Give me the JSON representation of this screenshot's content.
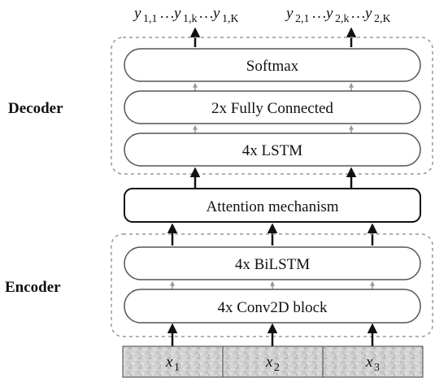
{
  "labels": {
    "decoder": "Decoder",
    "encoder": "Encoder"
  },
  "decoder_blocks": [
    "Softmax",
    "2x Fully Connected",
    "4x LSTM"
  ],
  "attention_block": "Attention mechanism",
  "encoder_blocks": [
    "4x BiLSTM",
    "4x Conv2D block"
  ],
  "outputs": [
    {
      "base": "y",
      "parts": [
        "1,1",
        "…",
        "1,k",
        "…",
        "1,K"
      ]
    },
    {
      "base": "y",
      "parts": [
        "2,1",
        "…",
        "2,k",
        "…",
        "2,K"
      ]
    }
  ],
  "inputs": [
    {
      "base": "x",
      "sub": "1"
    },
    {
      "base": "x",
      "sub": "2"
    },
    {
      "base": "x",
      "sub": "3"
    }
  ],
  "colors": {
    "box_stroke": "#555555",
    "attention_stroke": "#111111",
    "group_dash": "#999999",
    "thin_arrow": "#999999",
    "thick_arrow": "#111111",
    "input_strip": "#cfcfcf"
  }
}
